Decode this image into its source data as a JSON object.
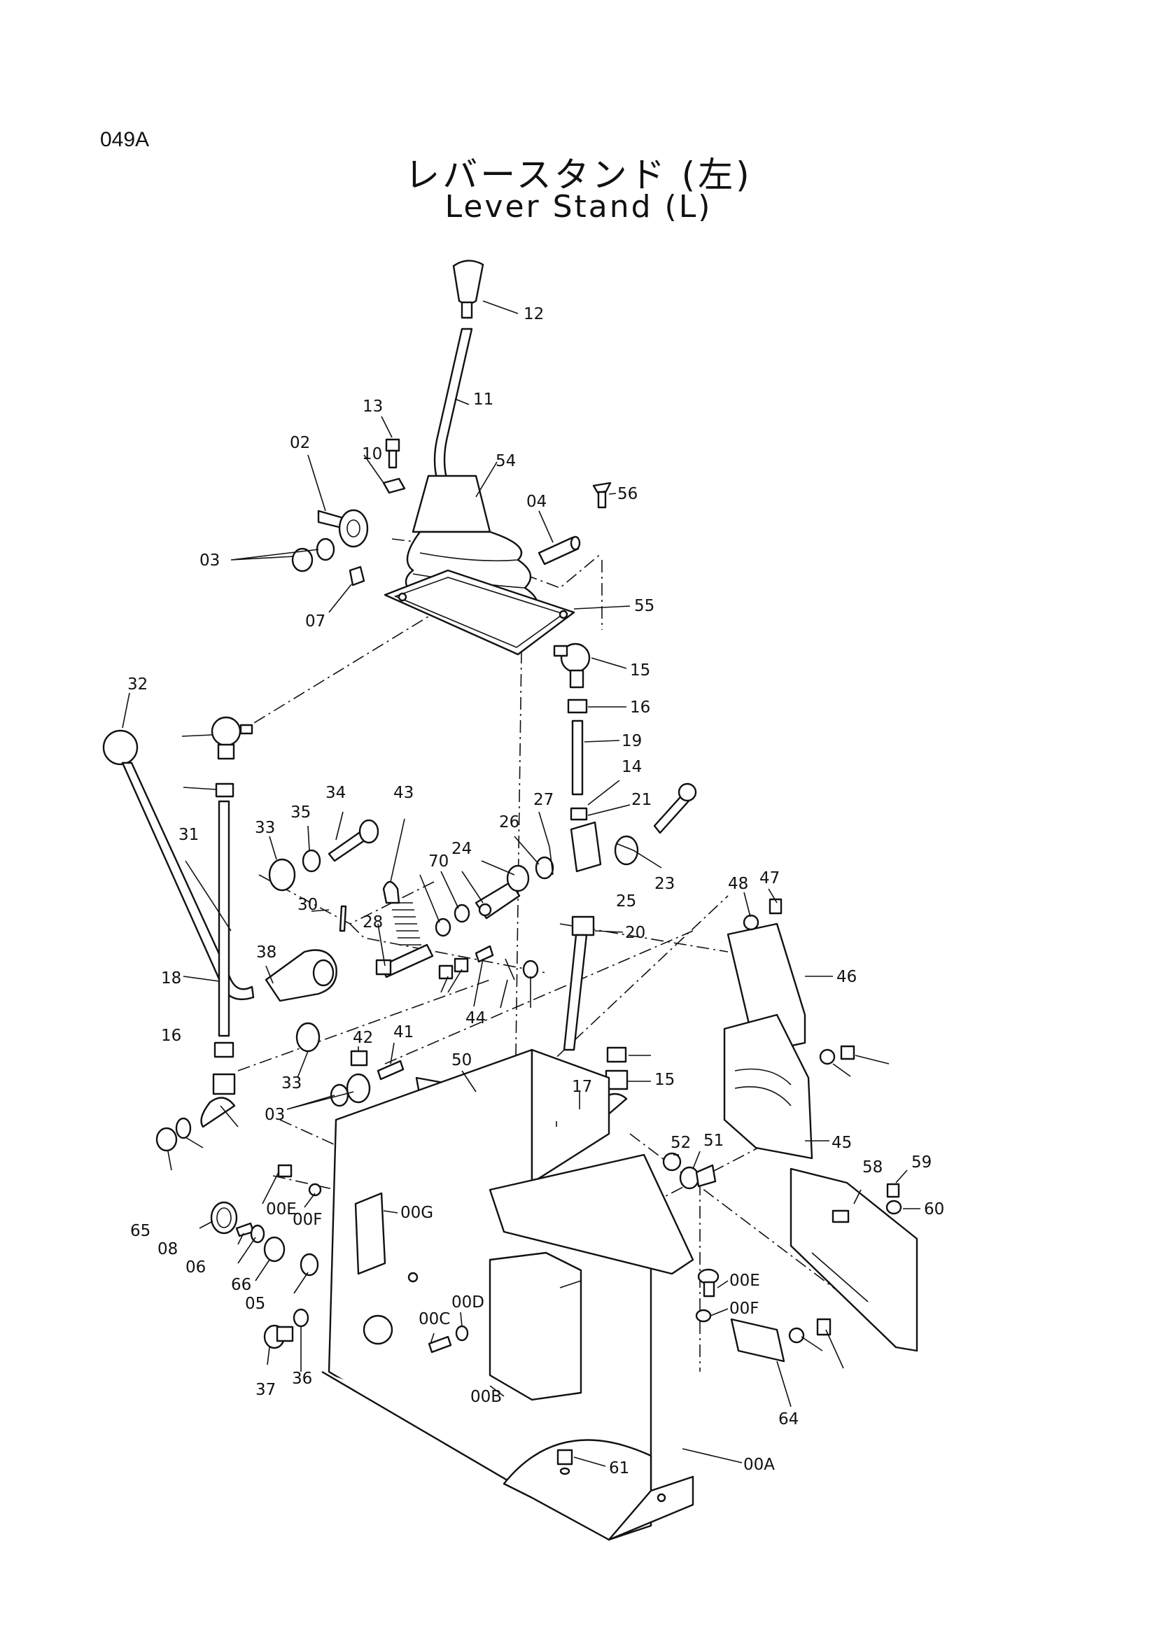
{
  "page_code": "049A",
  "title_jp": "レバースタンド (左)",
  "title_en": "Lever Stand (L)",
  "part_labels": [
    "12",
    "11",
    "13",
    "10",
    "54",
    "02",
    "03",
    "07",
    "04",
    "56",
    "55",
    "15",
    "16",
    "19",
    "32",
    "14",
    "21",
    "23",
    "25",
    "27",
    "26",
    "24",
    "70",
    "34",
    "43",
    "35",
    "33",
    "31",
    "30",
    "28",
    "38",
    "18",
    "20",
    "44",
    "47",
    "48",
    "46",
    "45",
    "16",
    "33",
    "42",
    "41",
    "50",
    "17",
    "52",
    "51",
    "03",
    "15",
    "00E",
    "00F",
    "00G",
    "65",
    "08",
    "06",
    "66",
    "05",
    "37",
    "36",
    "00C",
    "00D",
    "00B",
    "00E",
    "00F",
    "58",
    "59",
    "60",
    "64",
    "61",
    "00A"
  ]
}
